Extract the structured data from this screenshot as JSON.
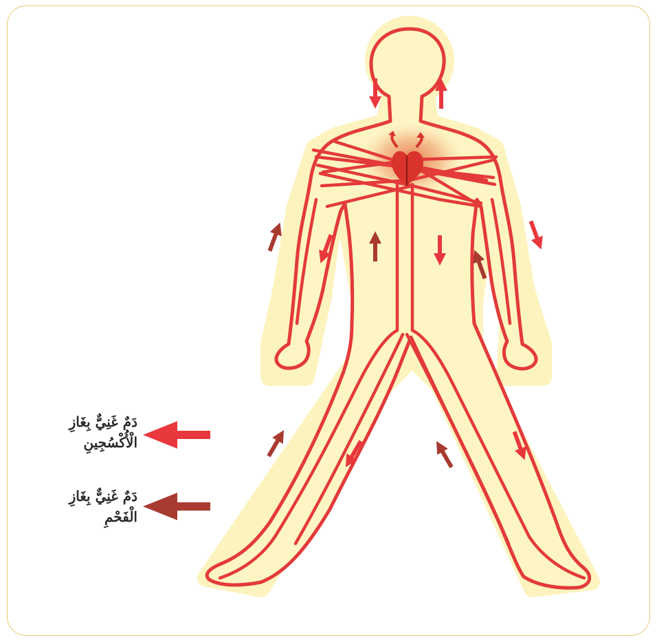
{
  "colors": {
    "background": "#ffffff",
    "card_border": "#e8c873",
    "body_fill": "#fdf6c4",
    "body_halo": "#fbeeb0",
    "oxygenated_blood": "#e8383d",
    "deoxygenated_blood": "#a83a30",
    "vessel": "#e33a3a",
    "heart": "#d8332c"
  },
  "icons": [
    "heart-icon",
    "arrow-icon"
  ],
  "legend": {
    "oxygenated": {
      "line1": "دَمٌ غَنِيٌّ بِغَازِ",
      "line2": "الْأُكْسُجِينِ",
      "color": "#e8383d"
    },
    "deoxygenated": {
      "line1": "دَمٌ غَنِيٌّ بِغَازِ",
      "line2": "الْفَحْمِ",
      "color": "#a83a30"
    }
  }
}
